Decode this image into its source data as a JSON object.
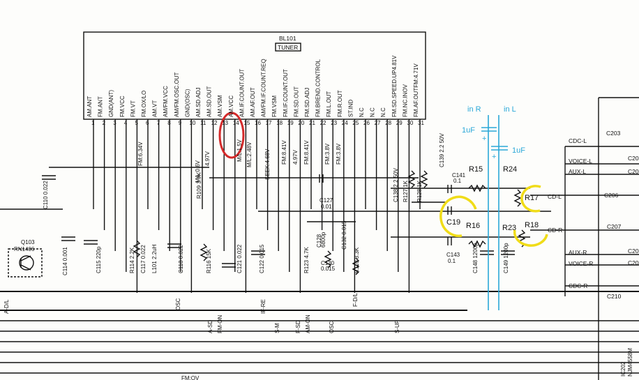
{
  "ic": {
    "ref": "BL101",
    "name": "TUNER"
  },
  "pins": [
    {
      "num": "1",
      "name": "AM.ANT"
    },
    {
      "num": "2",
      "name": "FM.ANT"
    },
    {
      "num": "3",
      "name": "GND(ANT)"
    },
    {
      "num": "4",
      "name": "FM.VCC"
    },
    {
      "num": "5",
      "name": "FM.VT"
    },
    {
      "num": "6",
      "name": "FM.OX/LO"
    },
    {
      "num": "7",
      "name": "AM.VT"
    },
    {
      "num": "8",
      "name": "AM/FM.VCC"
    },
    {
      "num": "9",
      "name": "AM/FM.OSC.OUT"
    },
    {
      "num": "10",
      "name": "GND(OSC)"
    },
    {
      "num": "11",
      "name": "AM.SD.ADJ"
    },
    {
      "num": "12",
      "name": "AM.SD.OUT"
    },
    {
      "num": "13",
      "name": "AM.VSM"
    },
    {
      "num": "14",
      "name": "AM.VCC"
    },
    {
      "num": "15",
      "name": "AM.IF.COUNT.OUT"
    },
    {
      "num": "16",
      "name": "AM.AF.OUT"
    },
    {
      "num": "17",
      "name": "AM/FM.IF.COUNT.REQ"
    },
    {
      "num": "18",
      "name": "FM.VSM"
    },
    {
      "num": "19",
      "name": "FM.IF.COUNT.OUT"
    },
    {
      "num": "20",
      "name": "FM.SD.OUT"
    },
    {
      "num": "21",
      "name": "FM.SD.ADJ"
    },
    {
      "num": "22",
      "name": "FM.BREND.CONTROL"
    },
    {
      "num": "23",
      "name": "FM.L.OUT"
    },
    {
      "num": "24",
      "name": "FM.R.OUT"
    },
    {
      "num": "25",
      "name": "ST.IND"
    },
    {
      "num": "26",
      "name": "N.C"
    },
    {
      "num": "27",
      "name": "N.C"
    },
    {
      "num": "28",
      "name": "N.C"
    },
    {
      "num": "29",
      "name": "FM.SD.SPEED.UP4.81V"
    },
    {
      "num": "30",
      "name": "FM.NC.INOV"
    },
    {
      "num": "31",
      "name": "FM.AF.OUTFM:4.71V"
    }
  ],
  "voltage_labels": [
    "FM:6.34V",
    "M/L:0.6V",
    "4.97V",
    "M/L:1.5V",
    "M/L:2.48V",
    "SEEK:4.68V",
    "FM:8.41V",
    "4.97V",
    "FM:8.41V",
    "FM:3.8V",
    "FM:3.8V"
  ],
  "components": [
    {
      "text": "C110 0.022"
    },
    {
      "text": "Q103"
    },
    {
      "text": "RN1406"
    },
    {
      "text": "C114 0.001"
    },
    {
      "text": "C115 220p"
    },
    {
      "text": "R114 2.2K"
    },
    {
      "text": "C117 0.022"
    },
    {
      "text": "L101 2.2uH"
    },
    {
      "text": "C118 0.022"
    },
    {
      "text": "R109 3.9K"
    },
    {
      "text": "R116 15K"
    },
    {
      "text": "C121 0.022"
    },
    {
      "text": "C122 0.015"
    },
    {
      "text": "C127"
    },
    {
      "text": "0.01"
    },
    {
      "text": "R123 4.7K"
    },
    {
      "text": "C128"
    },
    {
      "text": "6800p"
    },
    {
      "text": "C130"
    },
    {
      "text": "0.015"
    },
    {
      "text": "C132 0.015"
    },
    {
      "text": "R110 3.3K"
    },
    {
      "text": "C138 2.2 50V"
    },
    {
      "text": "C139 2.2 50V"
    },
    {
      "text": "R127 1K"
    },
    {
      "text": "R128 1K"
    },
    {
      "text": "C141"
    },
    {
      "text": "0.1"
    },
    {
      "text": "C143"
    },
    {
      "text": "0.1"
    },
    {
      "text": "C148 1200p"
    },
    {
      "text": "C149 1200p"
    },
    {
      "text": "IC202"
    },
    {
      "text": "NJM4558M"
    }
  ],
  "signal_labels": [
    "A-D/L",
    "OSC",
    "A-SD",
    "FM-ON",
    "IF-RE",
    "S-M",
    "F-SD",
    "AM-ON",
    "OSC",
    "F-D/L",
    "S-UP",
    "FM:OV"
  ],
  "connector_labels": [
    {
      "text": "CDC-L"
    },
    {
      "text": "VOICE-L"
    },
    {
      "text": "AUX-L"
    },
    {
      "text": "CD-L"
    },
    {
      "text": "CD-R"
    },
    {
      "text": "AUX-R"
    },
    {
      "text": "VOICE-R"
    },
    {
      "text": "CDC-R"
    },
    {
      "text": "C203"
    },
    {
      "text": "C20"
    },
    {
      "text": "C20"
    },
    {
      "text": "C206"
    },
    {
      "text": "C207"
    },
    {
      "text": "C20"
    },
    {
      "text": "C20"
    },
    {
      "text": "C210"
    }
  ],
  "annotations": {
    "blue": {
      "in_r": "in R",
      "in_l": "in L",
      "cap_r": "1uF",
      "cap_l": "1uF",
      "plus": "+"
    },
    "black": {
      "r15": "R15",
      "r24": "R24",
      "r17": "R17",
      "r18": "R18",
      "r23": "R23",
      "r16": "R16",
      "c19": "C19"
    }
  }
}
